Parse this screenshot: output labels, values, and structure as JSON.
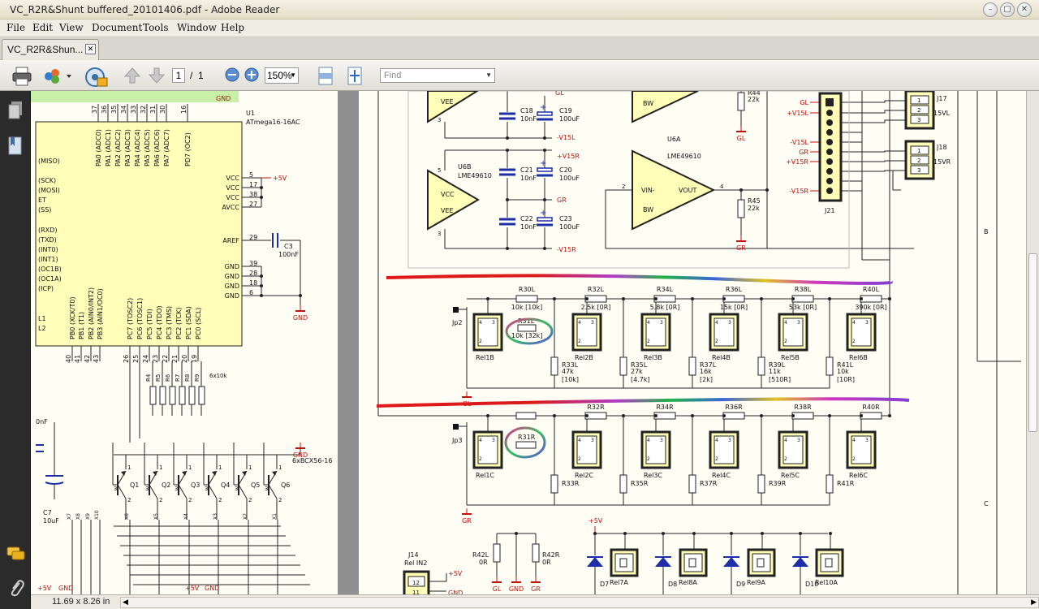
{
  "window": {
    "title": "VC_R2R&Shunt buffered_20101406.pdf - Adobe Reader",
    "minimize_glyph": "–",
    "restore_glyph": "▢",
    "close_glyph": "✕"
  },
  "menu": [
    "File",
    "Edit",
    "View",
    "Document",
    "Tools",
    "Window",
    "Help"
  ],
  "tab": {
    "label": "VC_R2R&Shun...",
    "close_glyph": "✕"
  },
  "toolbar": {
    "page_current": "1",
    "page_separator": "/",
    "page_total": "1",
    "zoom": "150%",
    "find_placeholder": "Find",
    "icons": [
      "print-icon",
      "collaborate-icon",
      "secure-icon",
      "prev-page-icon",
      "next-page-icon",
      "zoom-out-icon",
      "zoom-in-icon",
      "fit-width-icon",
      "fit-page-icon"
    ]
  },
  "left_nav_icons": [
    "pages-icon",
    "bookmarks-icon",
    "comments-icon",
    "attachments-icon"
  ],
  "status": {
    "page_size": "11.69 x 8.26 in"
  },
  "schematic": {
    "mcu": {
      "ref": "U1",
      "part": "ATmega16-16AC",
      "left_pins": [
        "(MISO)",
        "(SCK)",
        "(MOSI)",
        "ET",
        "(SS)",
        "(RXD)",
        "(TXD)",
        "(INT0)",
        "(INT1)",
        "(OC1B)",
        "(OC1A)",
        "(ICP)",
        "L1",
        "L2"
      ],
      "right_pins": [
        {
          "name": "VCC",
          "num": "5"
        },
        {
          "name": "VCC",
          "num": "17"
        },
        {
          "name": "VCC",
          "num": "38"
        },
        {
          "name": "AVCC",
          "num": "27"
        },
        {
          "name": "AREF",
          "num": "29"
        },
        {
          "name": "GND",
          "num": "39"
        },
        {
          "name": "GND",
          "num": "28"
        },
        {
          "name": "GND",
          "num": "18"
        },
        {
          "name": "GND",
          "num": "6"
        }
      ],
      "top_pins": [
        {
          "name": "PA0 (ADC0)",
          "num": "37"
        },
        {
          "name": "PA1 (ADC1)",
          "num": "36"
        },
        {
          "name": "PA2 (ADC2)",
          "num": "35"
        },
        {
          "name": "PA3 (ADC3)",
          "num": "34"
        },
        {
          "name": "PA4 (ADC4)",
          "num": "33"
        },
        {
          "name": "PA5 (ADC5)",
          "num": "32"
        },
        {
          "name": "PA6 (ADC6)",
          "num": "31"
        },
        {
          "name": "PA7 (ADC7)",
          "num": "30"
        },
        {
          "name": "PD7 (OC2)",
          "num": "16"
        }
      ],
      "bottom_pins": [
        {
          "name": "PB0 (XCK/T0)",
          "num": "40"
        },
        {
          "name": "PB1 (T1)",
          "num": "41"
        },
        {
          "name": "PB2 (AIN0/INT2)",
          "num": "42"
        },
        {
          "name": "PB3 (AIN1/OC0)",
          "num": "43"
        },
        {
          "name": "PC7 (TOSC2)",
          "num": "26"
        },
        {
          "name": "PC6 (TOSC1)",
          "num": "25"
        },
        {
          "name": "PC5 (TDI)",
          "num": "24"
        },
        {
          "name": "PC4 (TDO)",
          "num": "23"
        },
        {
          "name": "PC3 (TMS)",
          "num": "22"
        },
        {
          "name": "PC2 (TCK)",
          "num": "21"
        },
        {
          "name": "PC1 (SDA)",
          "num": "20"
        },
        {
          "name": "PC0 (SCL)",
          "num": "19"
        }
      ]
    },
    "labels": {
      "plus5v": "+5V",
      "gnd": "GND",
      "gl": "GL",
      "gr": "GR",
      "v15l_pos": "+V15L",
      "v15l_neg": "-V15L",
      "v15r_pos": "+V15R",
      "v15r_neg": "-V15R",
      "c3": "C3",
      "c3v": "100nF",
      "c7": "C7",
      "c7v": "10uF",
      "cnf": "0nF",
      "r_array": "6x10k",
      "q_array": "6xBCX56-16",
      "r_bases": [
        "R4",
        "R5",
        "R6",
        "R7",
        "R8",
        "R9"
      ],
      "qs": [
        "Q1",
        "Q2",
        "Q3",
        "Q4",
        "Q5",
        "Q6"
      ],
      "xs": [
        "X7",
        "X8",
        "X9",
        "X10",
        "X6",
        "X5",
        "X4",
        "X3",
        "X2",
        "X1"
      ],
      "c18": "C18",
      "c18v": "10nF",
      "c19": "C19",
      "c19v": "100uF",
      "c21": "C21",
      "c21v": "10nF",
      "c20": "C20",
      "c20v": "100uF",
      "c22": "C22",
      "c22v": "10nF",
      "c23": "C23",
      "c23v": "100uF",
      "u6b": "U6B",
      "u6b_part": "LME49610",
      "u6a": "U6A",
      "u6a_part": "LME49610",
      "vcc": "VCC",
      "vee": "VEE",
      "bw": "BW",
      "vin": "VIN-",
      "vout": "VOUT",
      "r44": "R44",
      "r44v": "22k",
      "r45": "R45",
      "r45v": "22k",
      "j21": "J21",
      "j17": "J17",
      "j17n": "15VL",
      "j18": "J18",
      "j18n": "15VR",
      "j21_pins": [
        "GL",
        "+V15L",
        "-V15L",
        "GR",
        "+V15R",
        "-V15R"
      ],
      "jp2": "Jp2",
      "jp3": "Jp3",
      "j14": "J14",
      "j14n": "Rel IN2",
      "r42l": "R42L",
      "r42lv": "0R",
      "r42r": "R42R",
      "r42rv": "0R",
      "col_b": "B",
      "col_c": "C"
    },
    "ladder_left": {
      "top_resistors": [
        {
          "ref": "R30L",
          "val": "10k [10k]"
        },
        {
          "ref": "R32L",
          "val": "2.5k [0R]"
        },
        {
          "ref": "R34L",
          "val": "5.8k [0R]"
        },
        {
          "ref": "R36L",
          "val": "15k [0R]"
        },
        {
          "ref": "R38L",
          "val": "53k [0R]"
        },
        {
          "ref": "R40L",
          "val": "390k [0R]"
        }
      ],
      "r31l": "R31L",
      "r31lv": "10k [32k]",
      "relays": [
        "Rel1B",
        "Rel2B",
        "Rel3B",
        "Rel4B",
        "Rel5B",
        "Rel6B"
      ],
      "shunts": [
        {
          "ref": "R33L",
          "val": "47k",
          "alt": "[10k]"
        },
        {
          "ref": "R35L",
          "val": "27k",
          "alt": "[4.7k]"
        },
        {
          "ref": "R37L",
          "val": "16k",
          "alt": "[2k]"
        },
        {
          "ref": "R39L",
          "val": "11k",
          "alt": "[510R]"
        },
        {
          "ref": "R41L",
          "val": "10k",
          "alt": "[10R]"
        }
      ]
    },
    "ladder_right": {
      "top_resistors": [
        "R32R",
        "R34R",
        "R36R",
        "R38R",
        "R40R"
      ],
      "r31r": "R31R",
      "relays": [
        "Rel1C",
        "Rel2C",
        "Rel3C",
        "Rel4C",
        "Rel5C",
        "Rel6C"
      ],
      "shunts": [
        "R33R",
        "R35R",
        "R37R",
        "R39R",
        "R41R"
      ]
    },
    "driver": {
      "diodes": [
        "D7",
        "D8",
        "D9",
        "D10"
      ],
      "relays": [
        "Rel7A",
        "Rel8A",
        "Rel9A",
        "Rel10A"
      ]
    }
  }
}
